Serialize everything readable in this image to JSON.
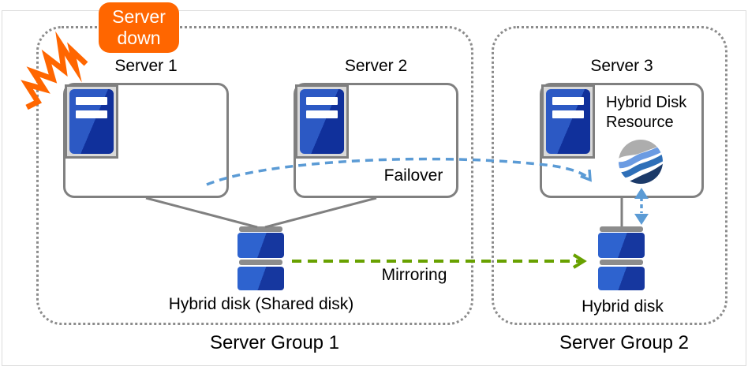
{
  "alert": {
    "label": "Server down"
  },
  "groups": [
    {
      "label": "Server Group 1",
      "servers": [
        {
          "name": "Server 1"
        },
        {
          "name": "Server 2"
        }
      ],
      "disk": {
        "label": "Hybrid disk (Shared disk)"
      }
    },
    {
      "label": "Server Group 2",
      "servers": [
        {
          "name": "Server 3"
        }
      ],
      "resource": {
        "label": "Hybrid Disk Resource"
      },
      "disk": {
        "label": "Hybrid disk"
      }
    }
  ],
  "arrows": {
    "failover": {
      "label": "Failover",
      "color": "#5B9BD5",
      "style": "dashed"
    },
    "mirroring": {
      "label": "Mirroring",
      "color": "#68A100",
      "style": "dashed"
    },
    "disk_sync": {
      "color": "#5B9BD5",
      "style": "dashed-double-headed"
    }
  },
  "icons": {
    "crash": "crash-burst-icon",
    "server": "server-unit-icon",
    "disk": "disk-stack-icon",
    "resource": "hybrid-disk-resource-globe-icon"
  },
  "colors": {
    "alert_bg": "#FF6600",
    "alert_text": "#FFFFFF",
    "box_border": "#808080",
    "group_border": "#8C8C8C",
    "server_blue_light": "#2C59C4",
    "server_blue_dark": "#10309B",
    "disk_blue_light": "#2E63CF",
    "disk_blue_dark": "#16379F",
    "disk_cap_gray": "#8C8C8C",
    "globe_gray": "#ADADAD",
    "globe_light_blue": "#6B9BE2",
    "globe_mid_blue": "#2E6FB8",
    "globe_navy": "#1B3A69"
  }
}
